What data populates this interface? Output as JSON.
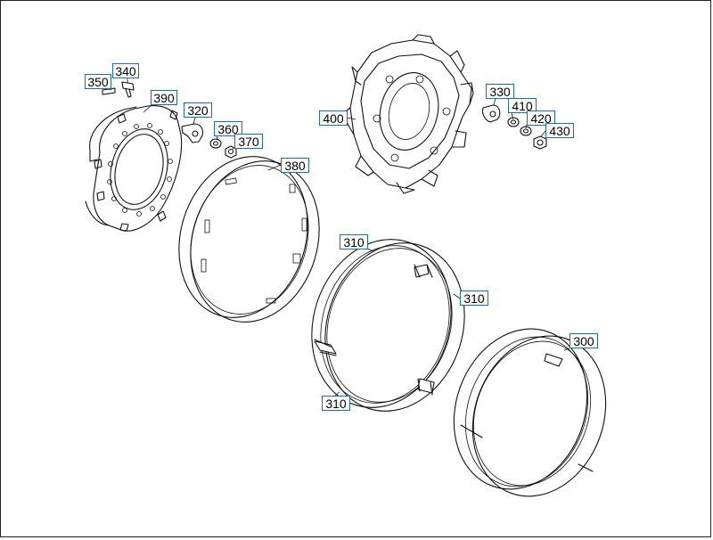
{
  "diagram": {
    "labels": [
      {
        "key": "350",
        "text": "350"
      },
      {
        "key": "340",
        "text": "340"
      },
      {
        "key": "390",
        "text": "390"
      },
      {
        "key": "320",
        "text": "320"
      },
      {
        "key": "360",
        "text": "360"
      },
      {
        "key": "370",
        "text": "370"
      },
      {
        "key": "380",
        "text": "380"
      },
      {
        "key": "400",
        "text": "400"
      },
      {
        "key": "330",
        "text": "330"
      },
      {
        "key": "410",
        "text": "410"
      },
      {
        "key": "420",
        "text": "420"
      },
      {
        "key": "430",
        "text": "430"
      },
      {
        "key": "310a",
        "text": "310"
      },
      {
        "key": "310b",
        "text": "310"
      },
      {
        "key": "310c",
        "text": "310"
      },
      {
        "key": "300",
        "text": "300"
      }
    ],
    "colors": {
      "label_border": "#1a6faa",
      "line": "#111111",
      "background": "#ffffff"
    }
  }
}
